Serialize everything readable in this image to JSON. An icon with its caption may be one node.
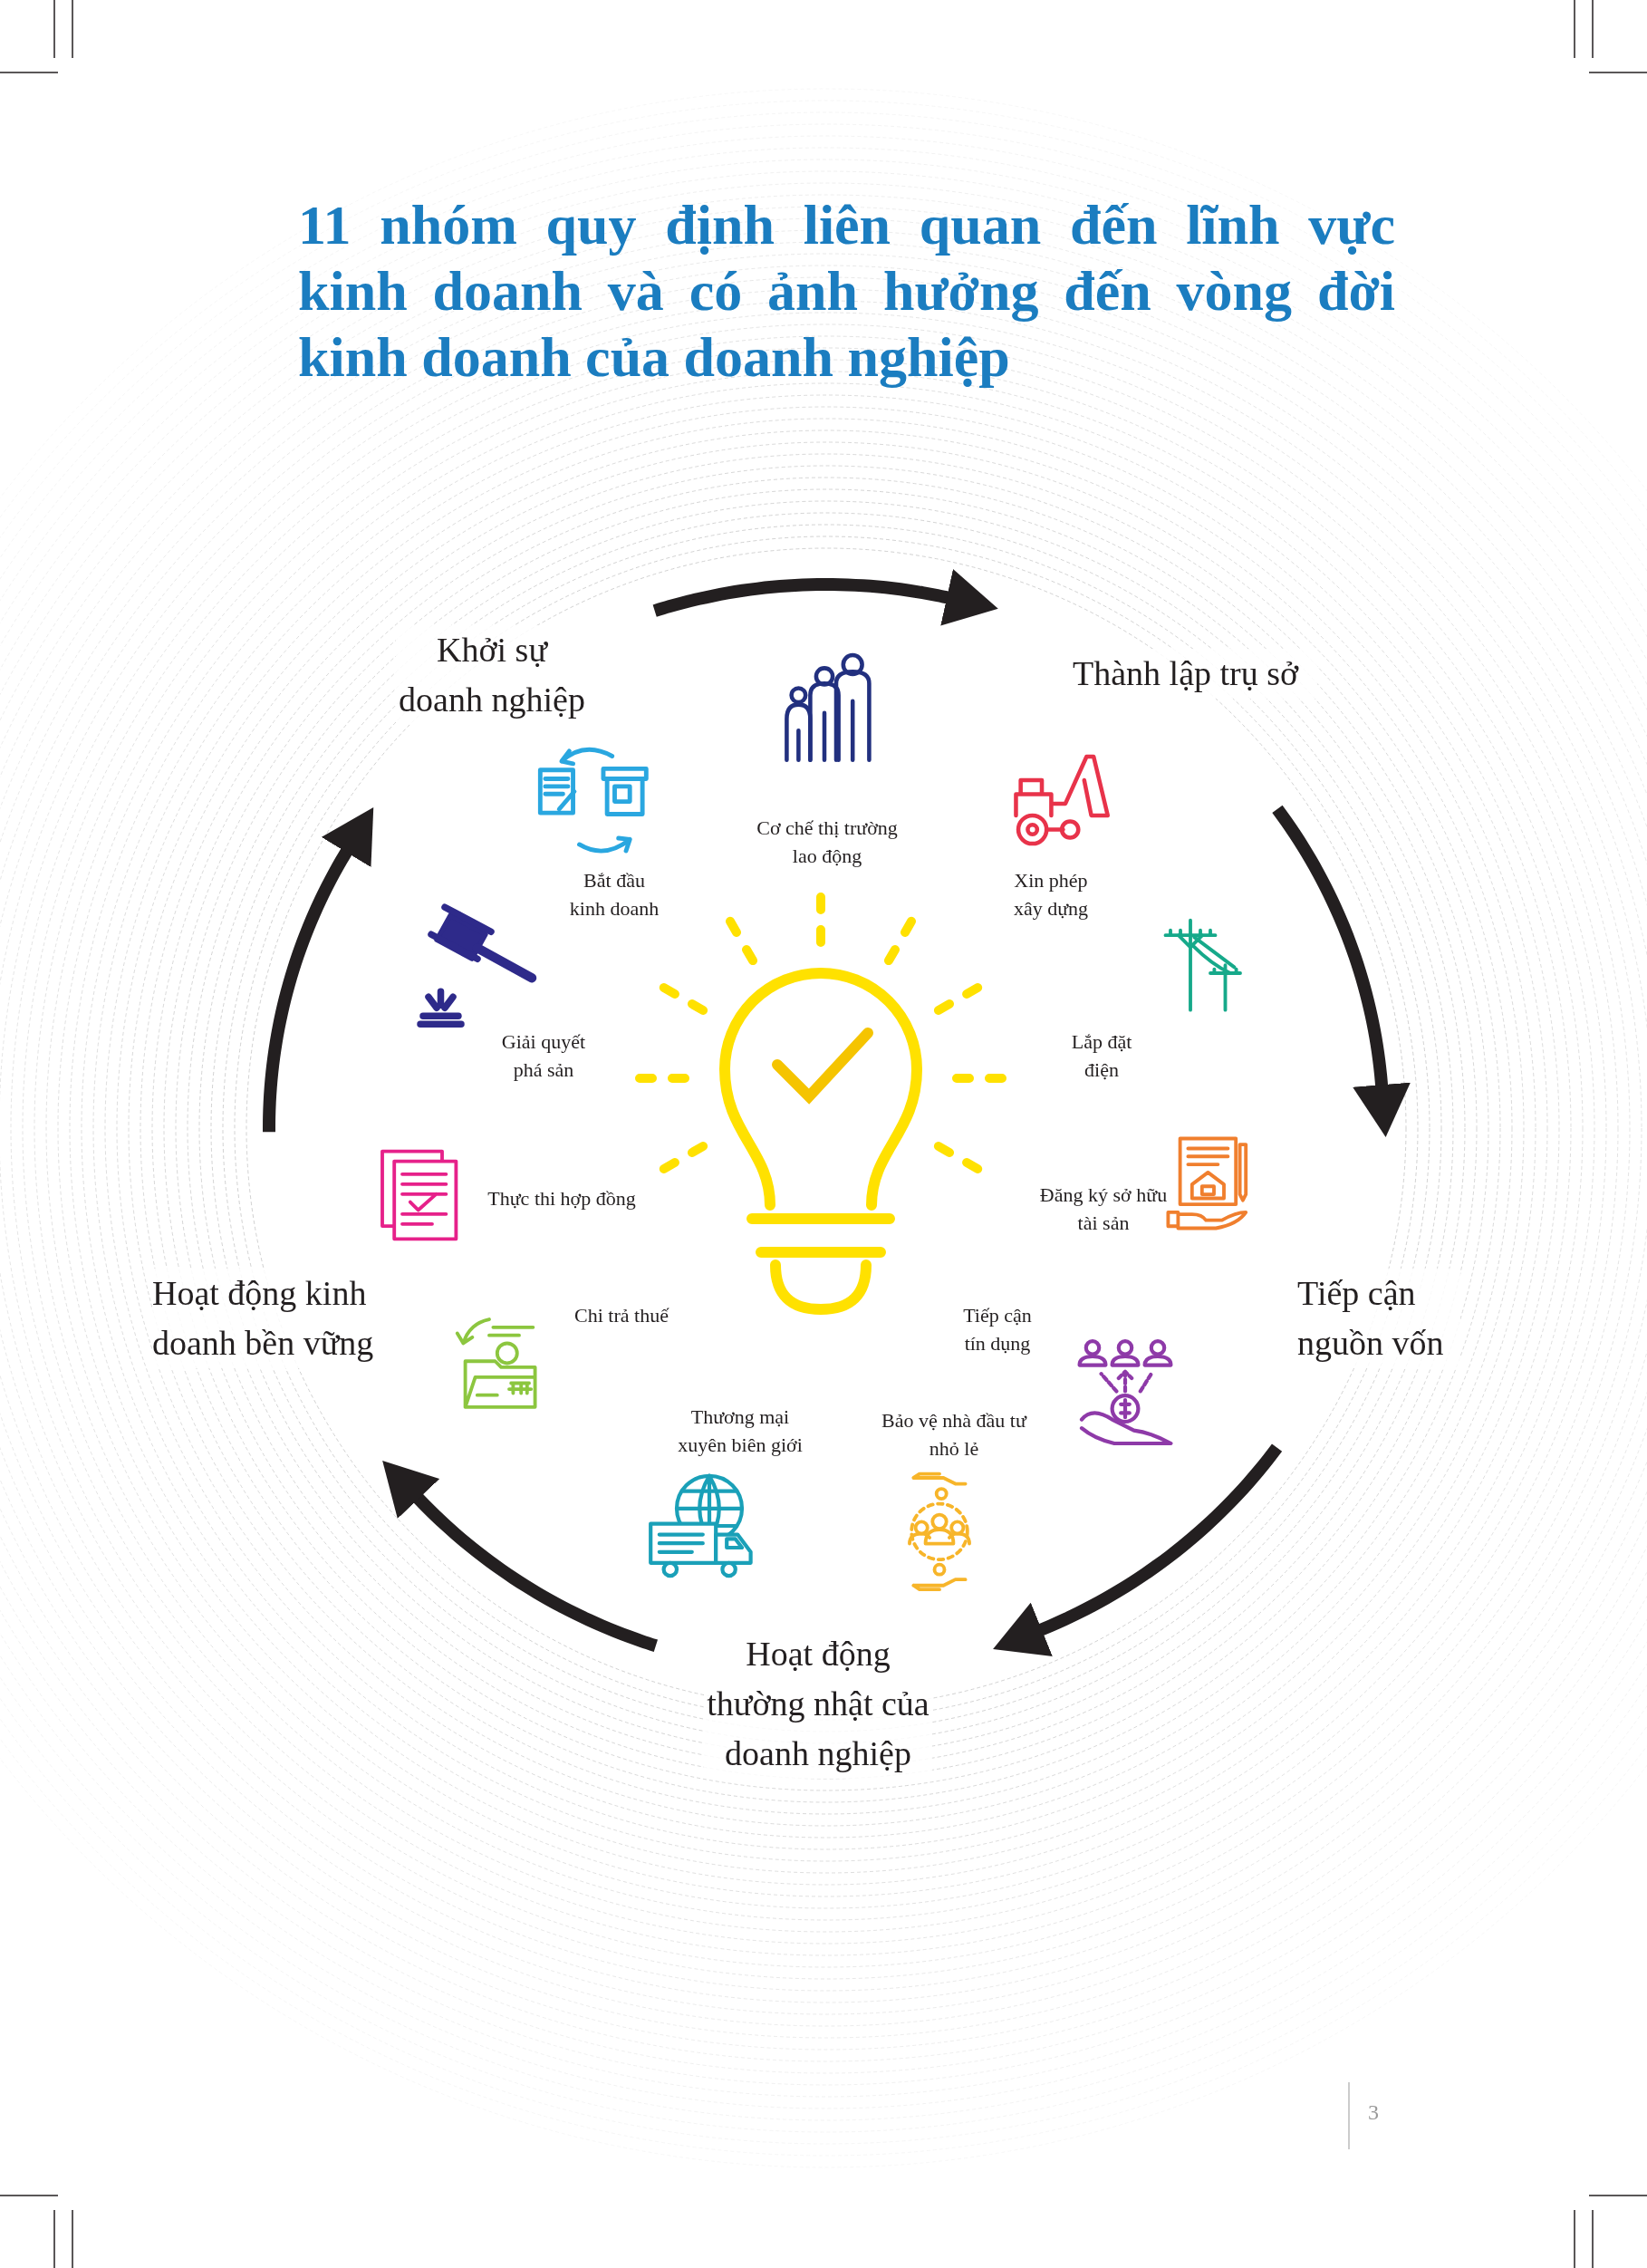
{
  "diagram": {
    "title": "11 nhóm quy định liên quan đến lĩnh vực kinh doanh và có ảnh hưởng đến vòng đời kinh doanh của doanh nghiệp",
    "nodes": [
      {
        "text": [
          "Khởi sự doanh nghiệp"
        ]
      },
      {
        "text": [
          "Thành lập trụ sở"
        ]
      },
      {
        "text": [
          "Tiếp cận nguồn vốn"
        ]
      },
      {
        "text": [
          "Hoạt động thường nhật của doanh nghiệp"
        ]
      },
      {
        "text": [
          "Hoạt động kinh doanh bền vững"
        ]
      }
    ],
    "edges": [
      {
        "from": 0,
        "to": 1,
        "arrow": "to"
      },
      {
        "from": 1,
        "to": 2,
        "arrow": "to"
      },
      {
        "from": 2,
        "to": 3,
        "arrow": "to"
      },
      {
        "from": 3,
        "to": 4,
        "arrow": "to"
      },
      {
        "from": 4,
        "to": 0,
        "arrow": "to"
      }
    ],
    "labels": [
      "Cơ chế thị trường lao động",
      "Bắt đầu kinh doanh",
      "Xin phép xây dựng",
      "Giải quyết phá sản",
      "Lắp đặt điện",
      "Thực thi hợp đồng",
      "Đăng ký sở hữu tài sản",
      "Chi trả thuế",
      "Tiếp cận tín dụng",
      "Thương mại xuyên biên giới",
      "Bảo vệ nhà đầu tư nhỏ lẻ",
      "3"
    ]
  }
}
